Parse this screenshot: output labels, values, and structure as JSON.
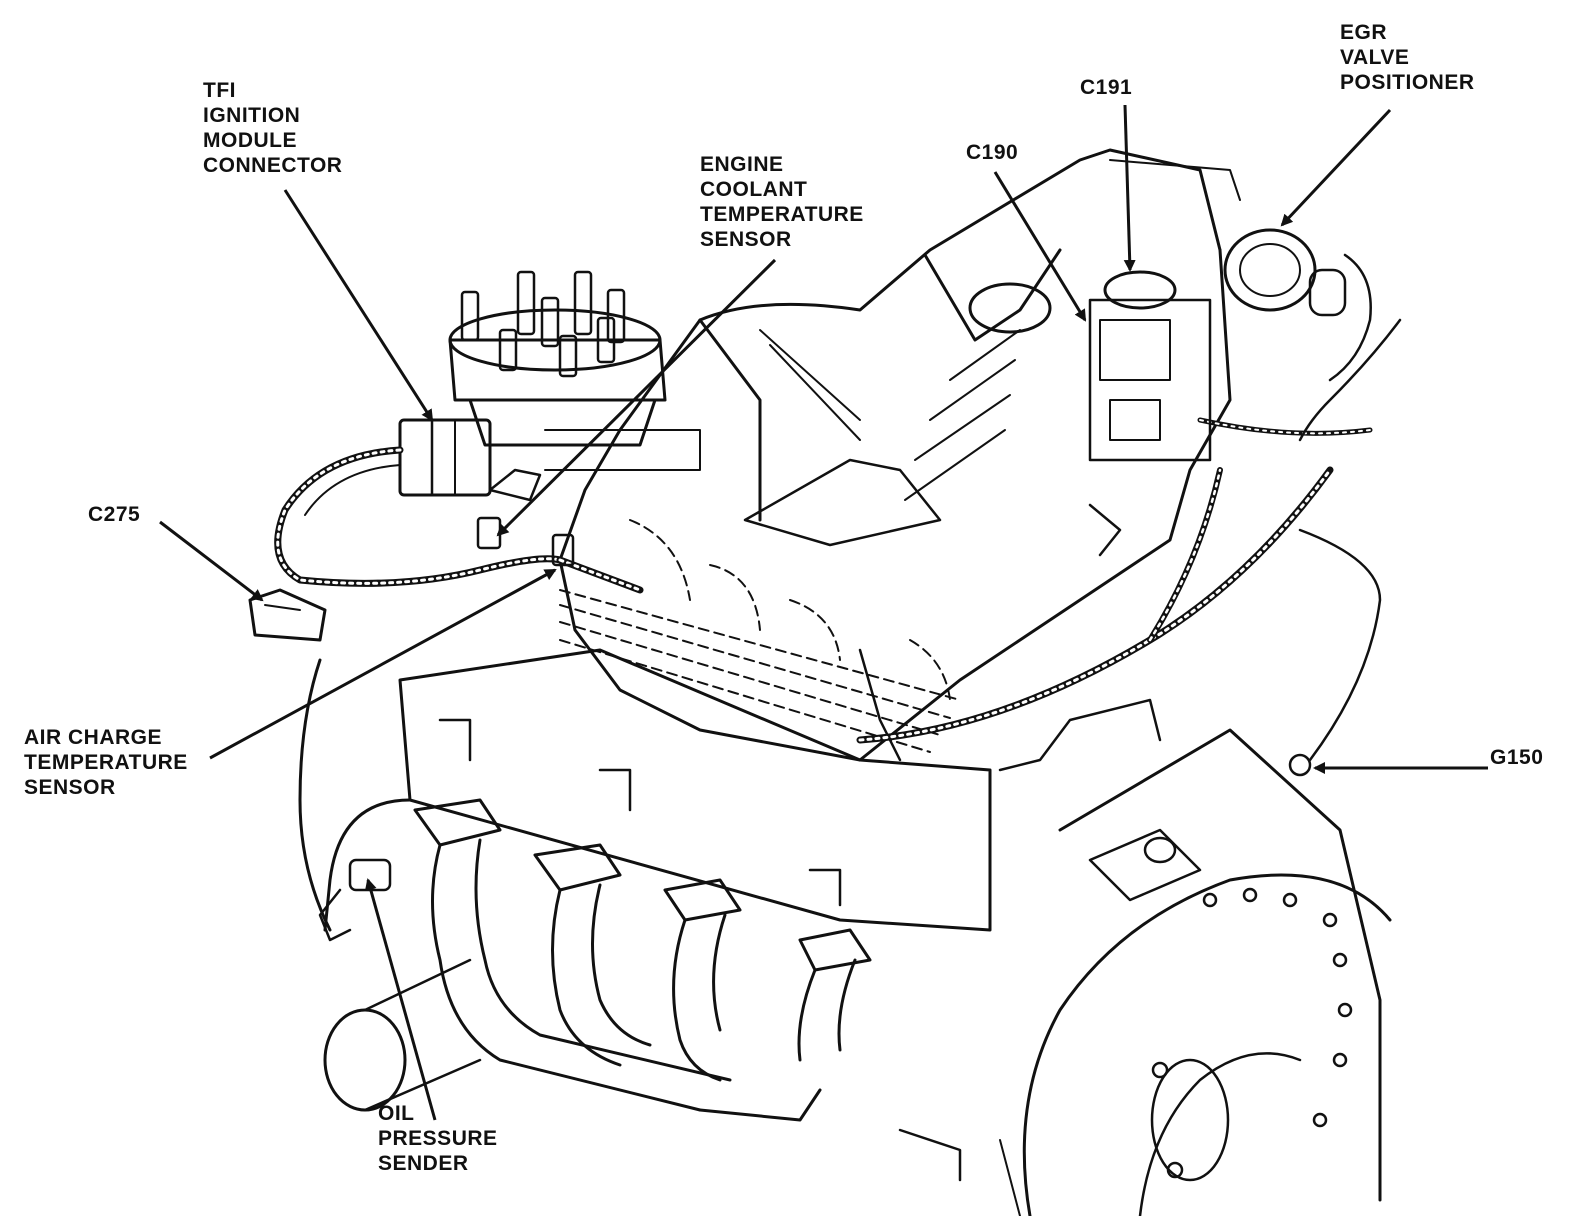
{
  "callouts": {
    "tfi_ignition_module_connector": [
      "TFI",
      "IGNITION",
      "MODULE",
      "CONNECTOR"
    ],
    "engine_coolant_temperature_sensor": [
      "ENGINE",
      "COOLANT",
      "TEMPERATURE",
      "SENSOR"
    ],
    "c190": [
      "C190"
    ],
    "c191": [
      "C191"
    ],
    "egr_valve_positioner": [
      "EGR",
      "VALVE",
      "POSITIONER"
    ],
    "c275": [
      "C275"
    ],
    "air_charge_temperature_sensor": [
      "AIR CHARGE",
      "TEMPERATURE",
      "SENSOR"
    ],
    "g150": [
      "G150"
    ],
    "oil_pressure_sender": [
      "OIL",
      "PRESSURE",
      "SENDER"
    ]
  },
  "colors": {
    "ink": "#111111",
    "paper": "#ffffff"
  }
}
